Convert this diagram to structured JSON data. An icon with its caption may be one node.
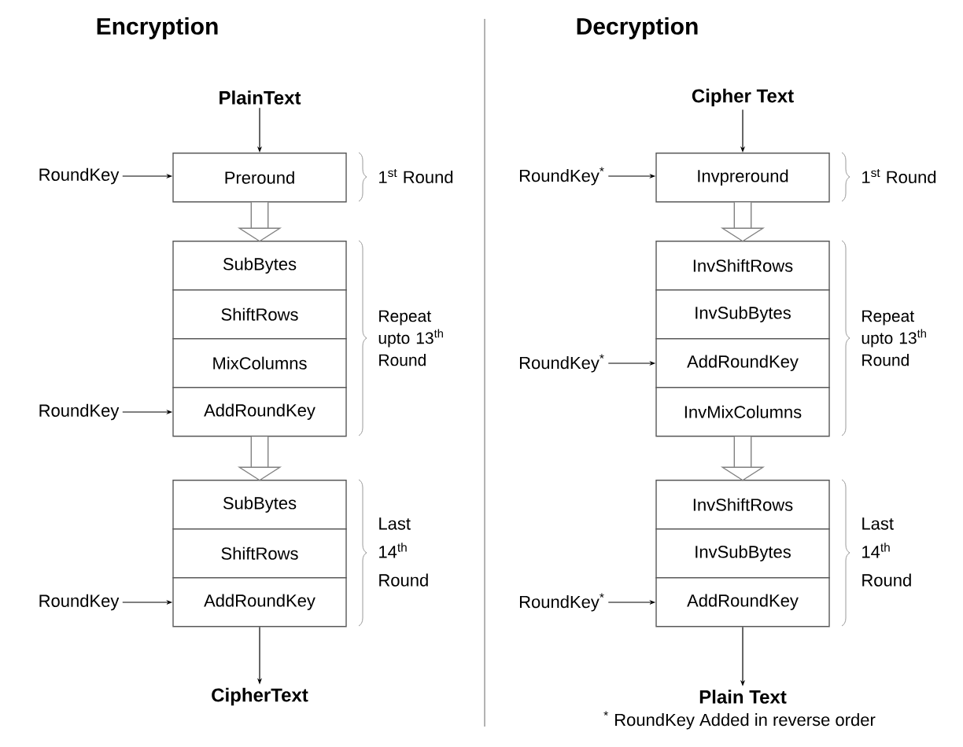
{
  "diagram": {
    "nodes": [
      {
        "text": [
          "PlainText"
        ]
      },
      {
        "text": [
          "RoundKey"
        ]
      },
      {
        "text": [
          "Preround"
        ]
      },
      {
        "text": [
          "SubBytes"
        ]
      },
      {
        "text": [
          "ShiftRows"
        ]
      },
      {
        "text": [
          "MixColumns"
        ]
      },
      {
        "text": [
          "RoundKey"
        ]
      },
      {
        "text": [
          "AddRoundKey"
        ]
      },
      {
        "text": [
          "SubBytes"
        ]
      },
      {
        "text": [
          "ShiftRows"
        ]
      },
      {
        "text": [
          "RoundKey"
        ]
      },
      {
        "text": [
          "AddRoundKey"
        ]
      },
      {
        "text": [
          "CipherText"
        ]
      },
      {
        "text": [
          "Cipher Text"
        ]
      },
      {
        "text": [
          "RoundKey$^{*}$"
        ]
      },
      {
        "text": [
          "Invpreround"
        ]
      },
      {
        "text": [
          "InvShiftRows"
        ]
      },
      {
        "text": [
          "InvSubBytes"
        ]
      },
      {
        "text": [
          "RoundKey$^{*}$"
        ]
      },
      {
        "text": [
          "AddRoundKey"
        ]
      },
      {
        "text": [
          "InvMixColumns"
        ]
      },
      {
        "text": [
          "InvShiftRows"
        ]
      },
      {
        "text": [
          "InvSubBytes"
        ]
      },
      {
        "text": [
          "RoundKey$^{*}$"
        ]
      },
      {
        "text": [
          "AddRoundKey"
        ]
      },
      {
        "text": [
          "Plain Text"
        ]
      }
    ],
    "edges": [
      {
        "from": 0,
        "to": 2,
        "arrow": "to"
      },
      {
        "from": 1,
        "to": 2,
        "arrow": "to"
      },
      {
        "from": 2,
        "to": 3,
        "arrow": "to",
        "style": "thick",
        "color": "#808080"
      },
      {
        "from": 6,
        "to": 7,
        "arrow": "to"
      },
      {
        "from": 7,
        "to": 8,
        "arrow": "to",
        "style": "thick",
        "color": "#808080"
      },
      {
        "from": 10,
        "to": 11,
        "arrow": "to"
      },
      {
        "from": 11,
        "to": 12,
        "arrow": "to"
      },
      {
        "from": 13,
        "to": 15,
        "arrow": "to"
      },
      {
        "from": 14,
        "to": 15,
        "arrow": "to"
      },
      {
        "from": 15,
        "to": 16,
        "arrow": "to",
        "style": "thick",
        "color": "#808080"
      },
      {
        "from": 18,
        "to": 19,
        "arrow": "to"
      },
      {
        "from": 20,
        "to": 21,
        "arrow": "to",
        "style": "thick",
        "color": "#808080"
      },
      {
        "from": 23,
        "to": 24,
        "arrow": "to"
      },
      {
        "from": 24,
        "to": 25,
        "arrow": "to"
      }
    ],
    "labels": [
      "Encryption",
      "Decryption",
      "1$^{st}$ Round",
      "Repeat upto 13$^{th}$ Round",
      "Last 14$^{th}$ Round",
      "1$^{st}$ Round",
      "Repeat upto 13$^{th}$ Round",
      "Last 14$^{th}$ Round",
      "$^{*}$ RoundKey Added in reverse order"
    ]
  }
}
